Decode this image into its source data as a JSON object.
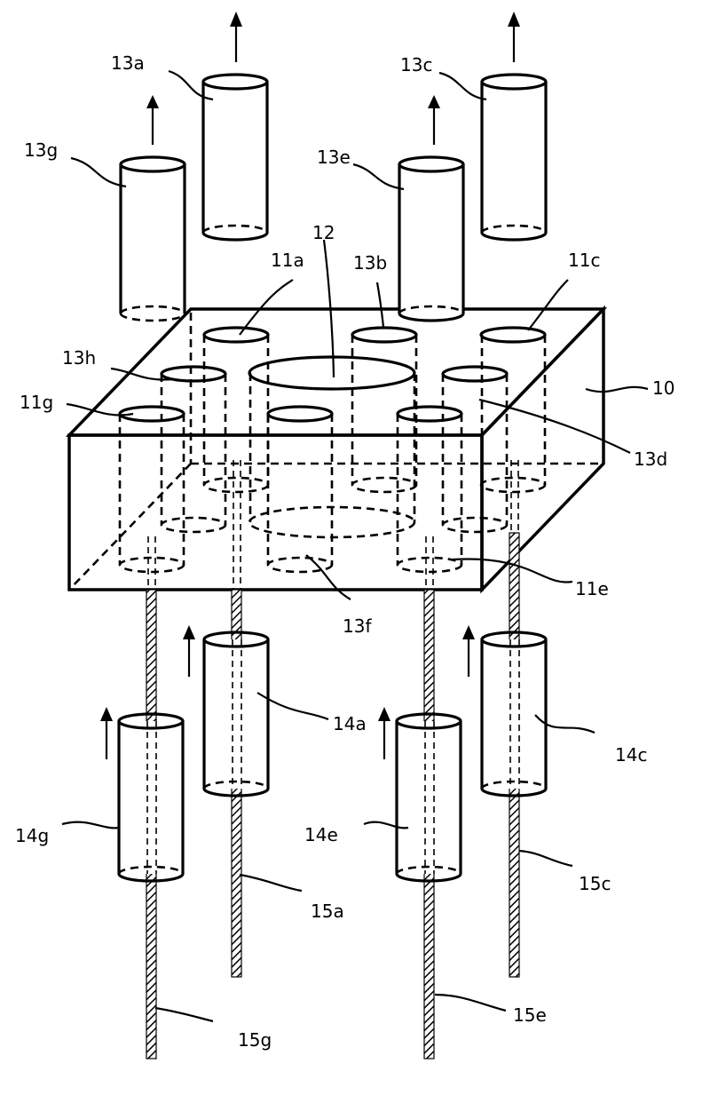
{
  "labels": {
    "l10": "10",
    "l11a": "11a",
    "l11c": "11c",
    "l11e": "11e",
    "l11g": "11g",
    "l12": "12",
    "l13a": "13a",
    "l13b": "13b",
    "l13c": "13c",
    "l13d": "13d",
    "l13e": "13e",
    "l13f": "13f",
    "l13g": "13g",
    "l13h": "13h",
    "l14a": "14a",
    "l14c": "14c",
    "l14e": "14e",
    "l14g": "14g",
    "l15a": "15a",
    "l15c": "15c",
    "l15e": "15e",
    "l15g": "15g"
  },
  "colors": {
    "ink": "#000000",
    "paper": "#ffffff"
  }
}
